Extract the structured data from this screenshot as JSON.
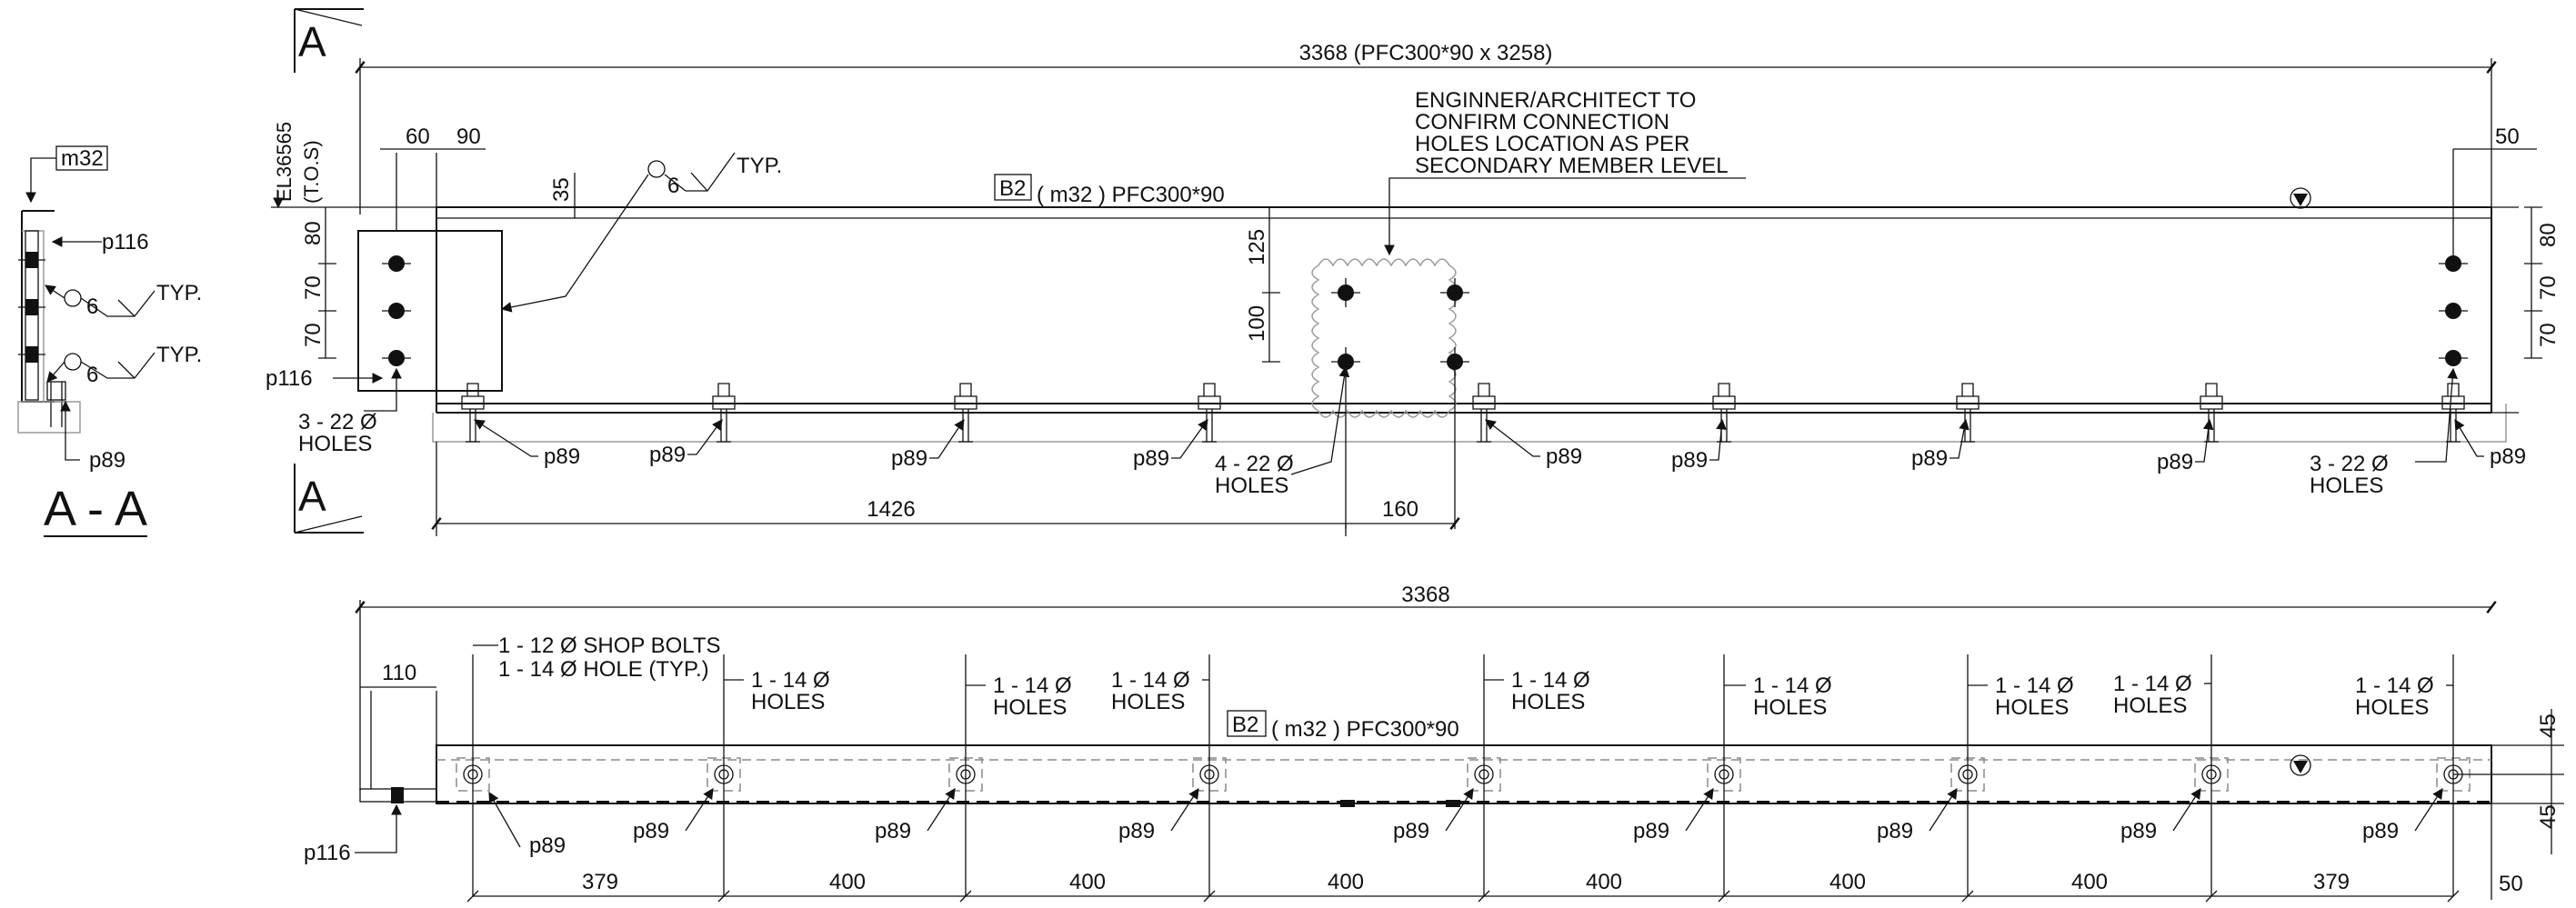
{
  "section_aa": {
    "cut_letter": "A",
    "title": "A - A",
    "member_tag": "m32",
    "plate_tag": "p116",
    "bolt_tag": "p89",
    "weld_size": "6",
    "weld_note": "TYP."
  },
  "elevation": {
    "overall_dim": "3368 (PFC300*90 x 3258)",
    "level_label": "EL36565",
    "level_sub": "(T.O.S)",
    "member_grid": "B2",
    "member_label": "( m32 ) PFC300*90",
    "note_lines": [
      "ENGINNER/ARCHITECT TO",
      "CONFIRM CONNECTION",
      "HOLES LOCATION AS PER",
      "SECONDARY MEMBER LEVEL"
    ],
    "weld_size": "6",
    "weld_note": "TYP.",
    "dims": {
      "d60": "60",
      "d90": "90",
      "d35": "35",
      "d80": "80",
      "d70a": "70",
      "d70b": "70",
      "d125": "125",
      "d100": "100",
      "d1426": "1426",
      "d160": "160",
      "d50": "50"
    },
    "plate_tag": "p116",
    "holes_left": [
      "3 - 22 Ø",
      "HOLES"
    ],
    "holes_mid": [
      "4 - 22 Ø",
      "HOLES"
    ],
    "holes_right": [
      "3 - 22 Ø",
      "HOLES"
    ],
    "bolt_tag": "p89"
  },
  "plan": {
    "overall_dim": "3368",
    "member_grid": "B2",
    "member_label": "( m32 ) PFC300*90",
    "plate_tag": "p116",
    "bolt_tag": "p89",
    "shop_bolts": [
      "1 - 12 Ø SHOP BOLTS",
      "1 - 14 Ø HOLE (TYP.)"
    ],
    "hole_callout": [
      "1 - 14 Ø",
      "HOLES"
    ],
    "dims": {
      "d110": "110",
      "d45a": "45",
      "d45b": "45",
      "d50": "50",
      "s379a": "379",
      "s400a": "400",
      "s400b": "400",
      "s400c": "400",
      "s400d": "400",
      "s400e": "400",
      "s400f": "400",
      "s379b": "379"
    }
  }
}
